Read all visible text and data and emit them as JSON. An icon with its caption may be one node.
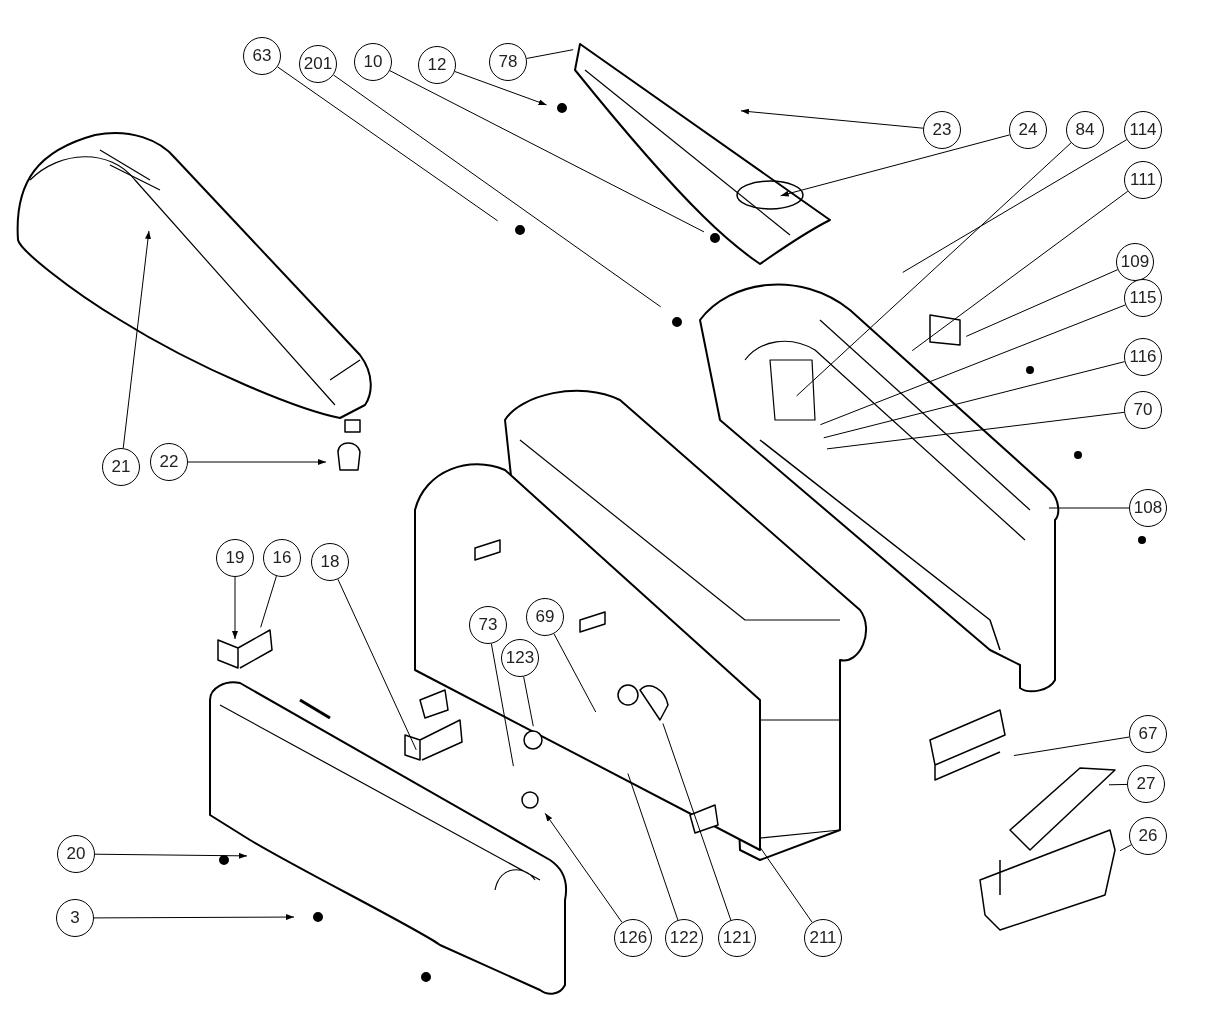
{
  "diagram": {
    "nodes": [
      {
        "text": [
          "63"
        ]
      },
      {
        "text": [
          "201"
        ]
      },
      {
        "text": [
          "10"
        ]
      },
      {
        "text": [
          "12"
        ]
      },
      {
        "text": [
          "78"
        ]
      },
      {
        "text": [
          "23"
        ]
      },
      {
        "text": [
          "24"
        ]
      },
      {
        "text": [
          "84"
        ]
      },
      {
        "text": [
          "114"
        ]
      },
      {
        "text": [
          "111"
        ]
      },
      {
        "text": [
          "109"
        ]
      },
      {
        "text": [
          "115"
        ]
      },
      {
        "text": [
          "116"
        ]
      },
      {
        "text": [
          "70"
        ]
      },
      {
        "text": [
          "108"
        ]
      },
      {
        "text": [
          "21"
        ]
      },
      {
        "text": [
          "22"
        ]
      },
      {
        "text": [
          "19"
        ]
      },
      {
        "text": [
          "16"
        ]
      },
      {
        "text": [
          "18"
        ]
      },
      {
        "text": [
          "73"
        ]
      },
      {
        "text": [
          "123"
        ]
      },
      {
        "text": [
          "69"
        ]
      },
      {
        "text": [
          "67"
        ]
      },
      {
        "text": [
          "27"
        ]
      },
      {
        "text": [
          "26"
        ]
      },
      {
        "text": [
          "20"
        ]
      },
      {
        "text": [
          "3"
        ]
      },
      {
        "text": [
          "126"
        ]
      },
      {
        "text": [
          "122"
        ]
      },
      {
        "text": [
          "121"
        ]
      },
      {
        "text": [
          "211"
        ]
      }
    ],
    "edges": [
      {
        "from": 0,
        "to": null,
        "arrow": "none"
      },
      {
        "from": 1,
        "to": null,
        "arrow": "none"
      },
      {
        "from": 2,
        "to": null,
        "arrow": "none"
      },
      {
        "from": 3,
        "to": null,
        "arrow": "to"
      },
      {
        "from": 4,
        "to": null,
        "arrow": "none"
      },
      {
        "from": 5,
        "to": null,
        "arrow": "to"
      },
      {
        "from": 6,
        "to": null,
        "arrow": "to"
      },
      {
        "from": 7,
        "to": null,
        "arrow": "none"
      },
      {
        "from": 8,
        "to": null,
        "arrow": "none"
      },
      {
        "from": 9,
        "to": null,
        "arrow": "none"
      },
      {
        "from": 10,
        "to": null,
        "arrow": "none"
      },
      {
        "from": 11,
        "to": null,
        "arrow": "none"
      },
      {
        "from": 12,
        "to": null,
        "arrow": "none"
      },
      {
        "from": 13,
        "to": null,
        "arrow": "none"
      },
      {
        "from": 14,
        "to": null,
        "arrow": "none"
      },
      {
        "from": 15,
        "to": null,
        "arrow": "to"
      },
      {
        "from": 16,
        "to": null,
        "arrow": "to"
      },
      {
        "from": 17,
        "to": null,
        "arrow": "to"
      },
      {
        "from": 18,
        "to": null,
        "arrow": "none"
      },
      {
        "from": 19,
        "to": null,
        "arrow": "none"
      },
      {
        "from": 20,
        "to": null,
        "arrow": "none"
      },
      {
        "from": 21,
        "to": null,
        "arrow": "none"
      },
      {
        "from": 22,
        "to": null,
        "arrow": "none"
      },
      {
        "from": 23,
        "to": null,
        "arrow": "none"
      },
      {
        "from": 24,
        "to": null,
        "arrow": "none"
      },
      {
        "from": 25,
        "to": null,
        "arrow": "none"
      },
      {
        "from": 26,
        "to": null,
        "arrow": "to"
      },
      {
        "from": 27,
        "to": null,
        "arrow": "to"
      },
      {
        "from": 28,
        "to": null,
        "arrow": "to"
      },
      {
        "from": 29,
        "to": null,
        "arrow": "none"
      },
      {
        "from": 30,
        "to": null,
        "arrow": "none"
      },
      {
        "from": 31,
        "to": null,
        "arrow": "none"
      }
    ]
  }
}
